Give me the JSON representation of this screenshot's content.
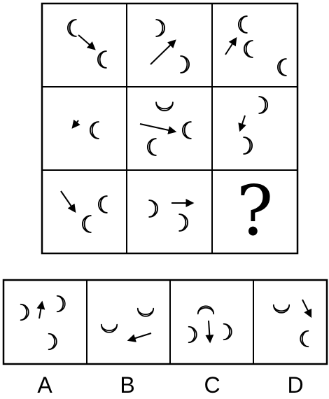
{
  "puzzle": {
    "question_mark": "?",
    "options": [
      {
        "label": "A"
      },
      {
        "label": "B"
      },
      {
        "label": "C"
      },
      {
        "label": "D"
      }
    ]
  }
}
